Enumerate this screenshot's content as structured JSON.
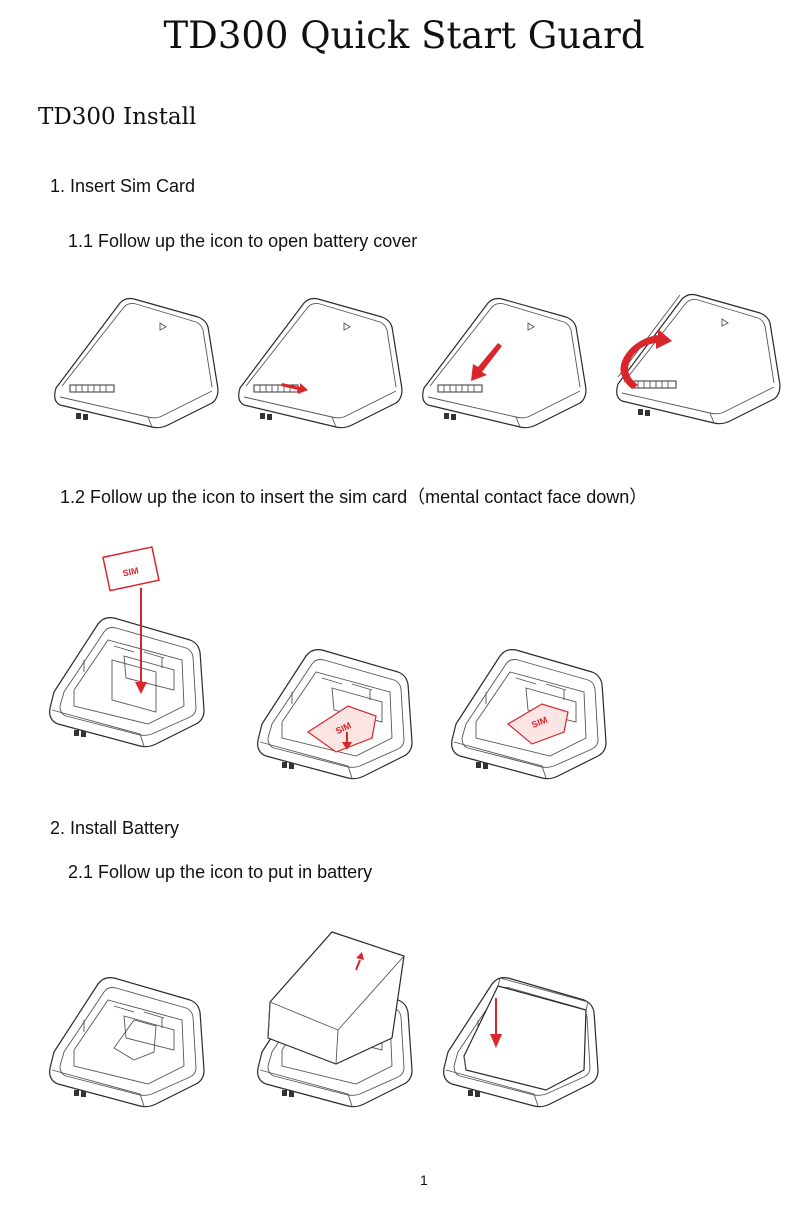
{
  "document": {
    "title": "TD300 Quick Start Guard",
    "section_title": "TD300 Install",
    "steps": [
      {
        "label": "1.  Insert Sim Card",
        "substeps": [
          "1.1 Follow up the icon to open battery cover",
          "1.2 Follow up the icon to insert the sim card（mental contact face down）"
        ]
      },
      {
        "label": "2.  Install Battery",
        "substeps": [
          "2.1 Follow up the icon to put in battery"
        ]
      }
    ],
    "sim_label": "SIM",
    "page_number": "1"
  },
  "colors": {
    "arrow": "#d9262b",
    "line": "#2a2a2a"
  }
}
